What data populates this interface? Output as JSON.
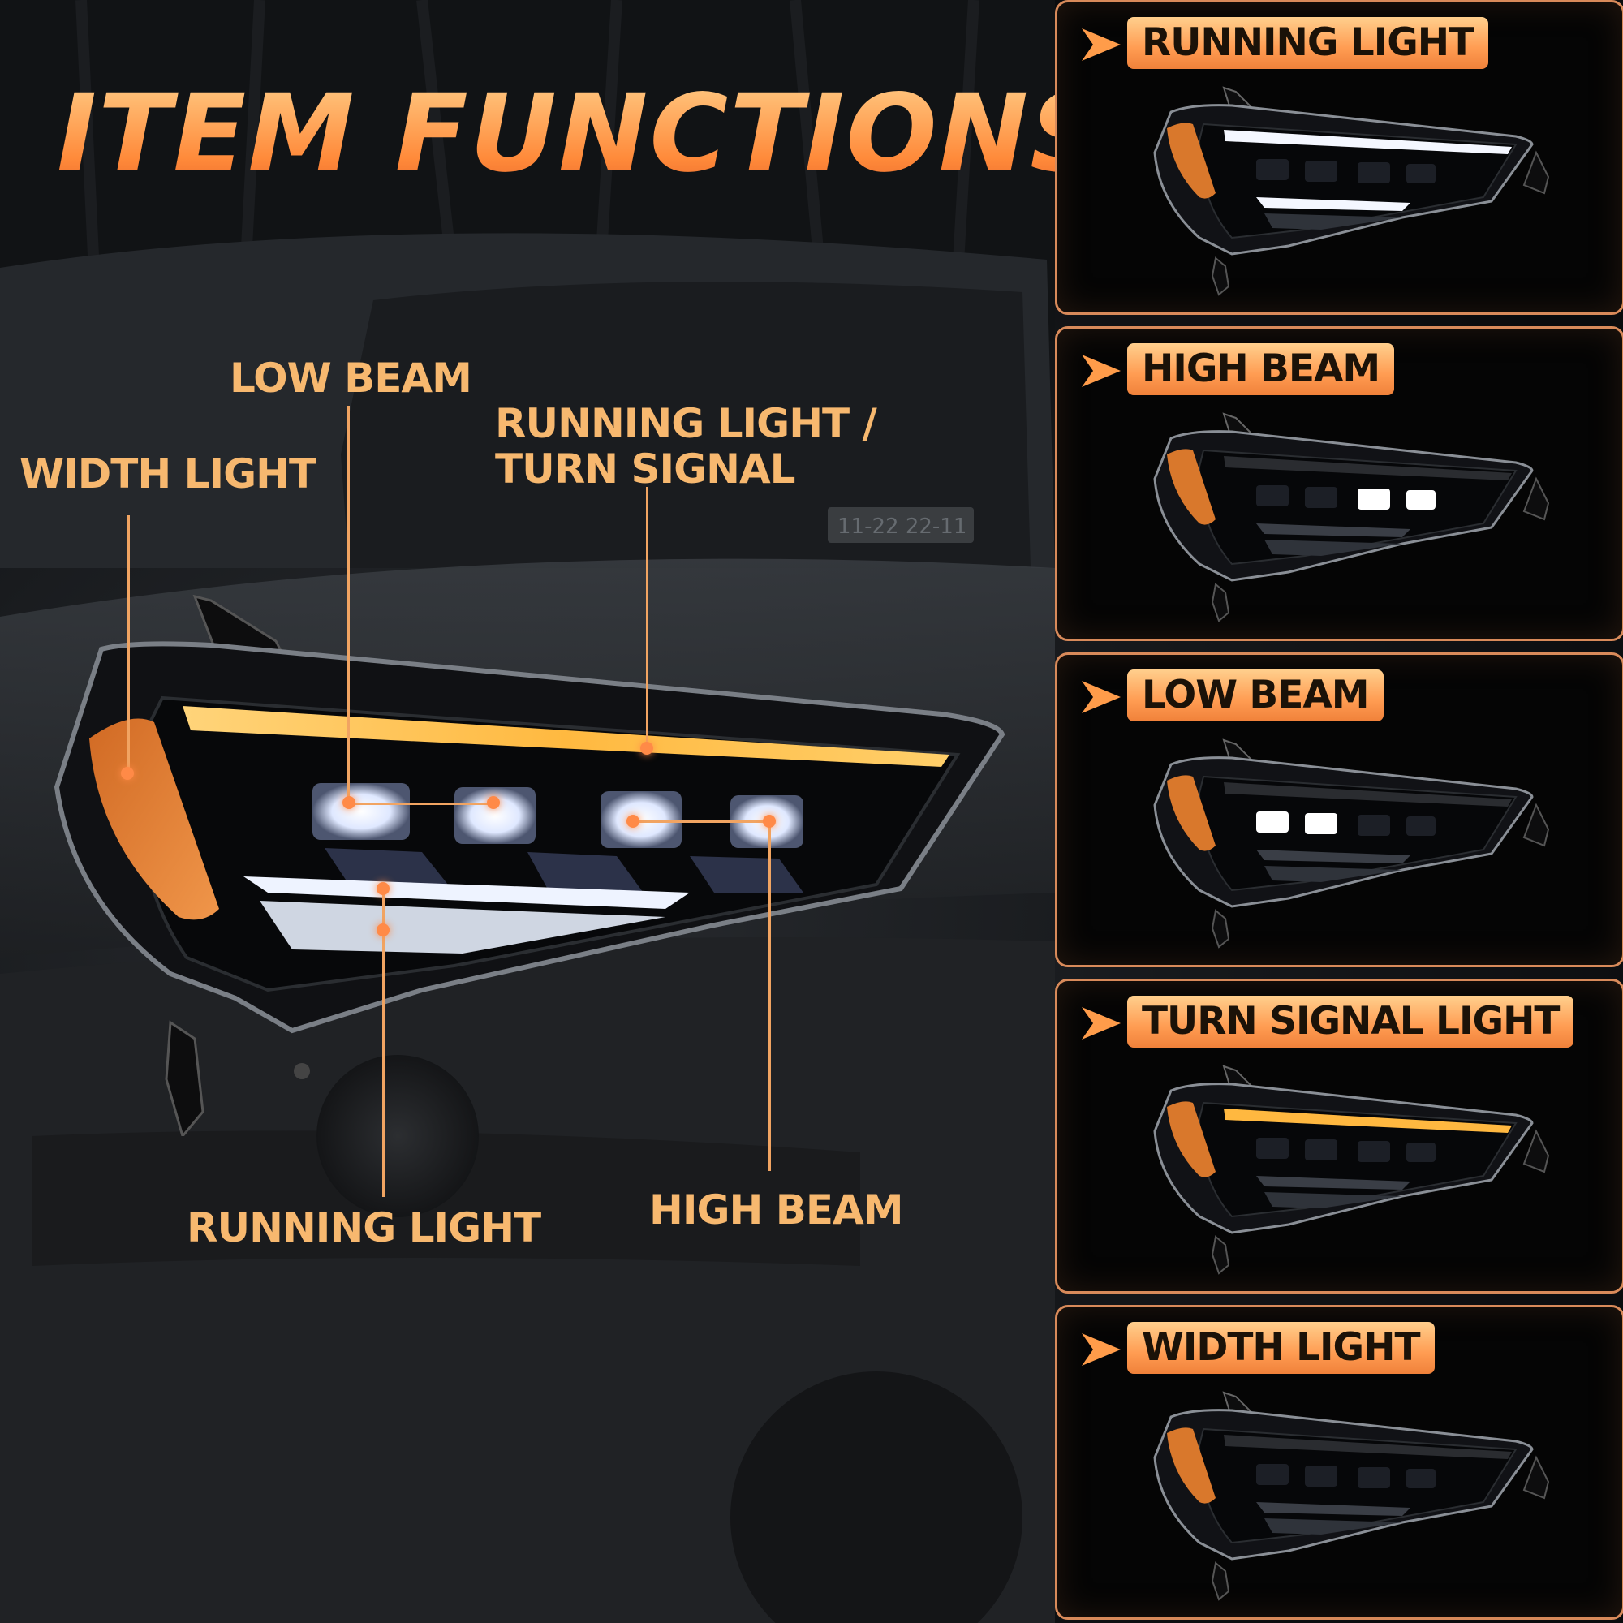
{
  "title": "ITEM FUNCTIONS",
  "callouts": {
    "width_light": "WIDTH LIGHT",
    "low_beam": "LOW BEAM",
    "running_turn_line1": "RUNNING LIGHT /",
    "running_turn_line2": "TURN SIGNAL",
    "running_light": "RUNNING LIGHT",
    "high_beam": "HIGH BEAM"
  },
  "plate_text": "11-22 22-11",
  "panels": [
    {
      "label": "RUNNING LIGHT",
      "mode": "running"
    },
    {
      "label": "HIGH BEAM",
      "mode": "high"
    },
    {
      "label": "LOW BEAM",
      "mode": "low"
    },
    {
      "label": "TURN SIGNAL LIGHT",
      "mode": "turn"
    },
    {
      "label": "WIDTH LIGHT",
      "mode": "width"
    }
  ],
  "colors": {
    "accent": "#ff9b45",
    "callout_text": "#f7b86f",
    "panel_border": "#d88a5a",
    "amber": "#f5a623",
    "led_white": "#ffffff"
  }
}
